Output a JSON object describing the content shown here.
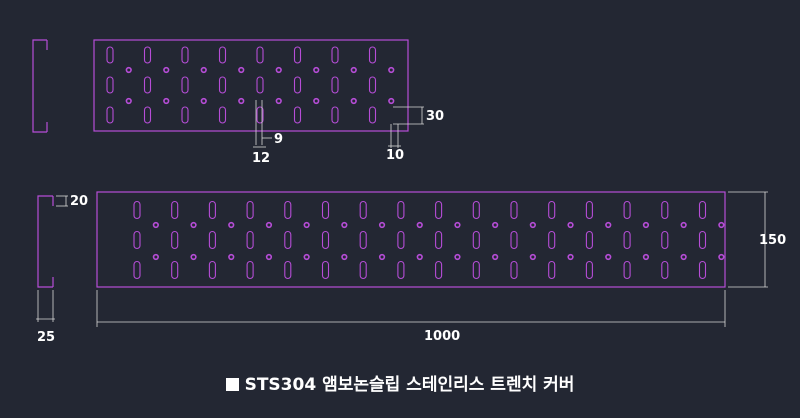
{
  "colors": {
    "background": "#232733",
    "outline": "#b64dd7",
    "dimension": "#d8d8d8",
    "text": "#ffffff"
  },
  "top_view": {
    "hole_pitch_label": "9",
    "slot_length_label": "12",
    "slot_height_label": "30",
    "slot_width_label": "10"
  },
  "bottom_view": {
    "flange_label": "20",
    "side_depth_label": "25",
    "length_label": "1000",
    "width_label": "150"
  },
  "caption": {
    "icon": "black-square-icon",
    "text": "STS304 앰보논슬립 스테인리스 트렌치 커버"
  }
}
